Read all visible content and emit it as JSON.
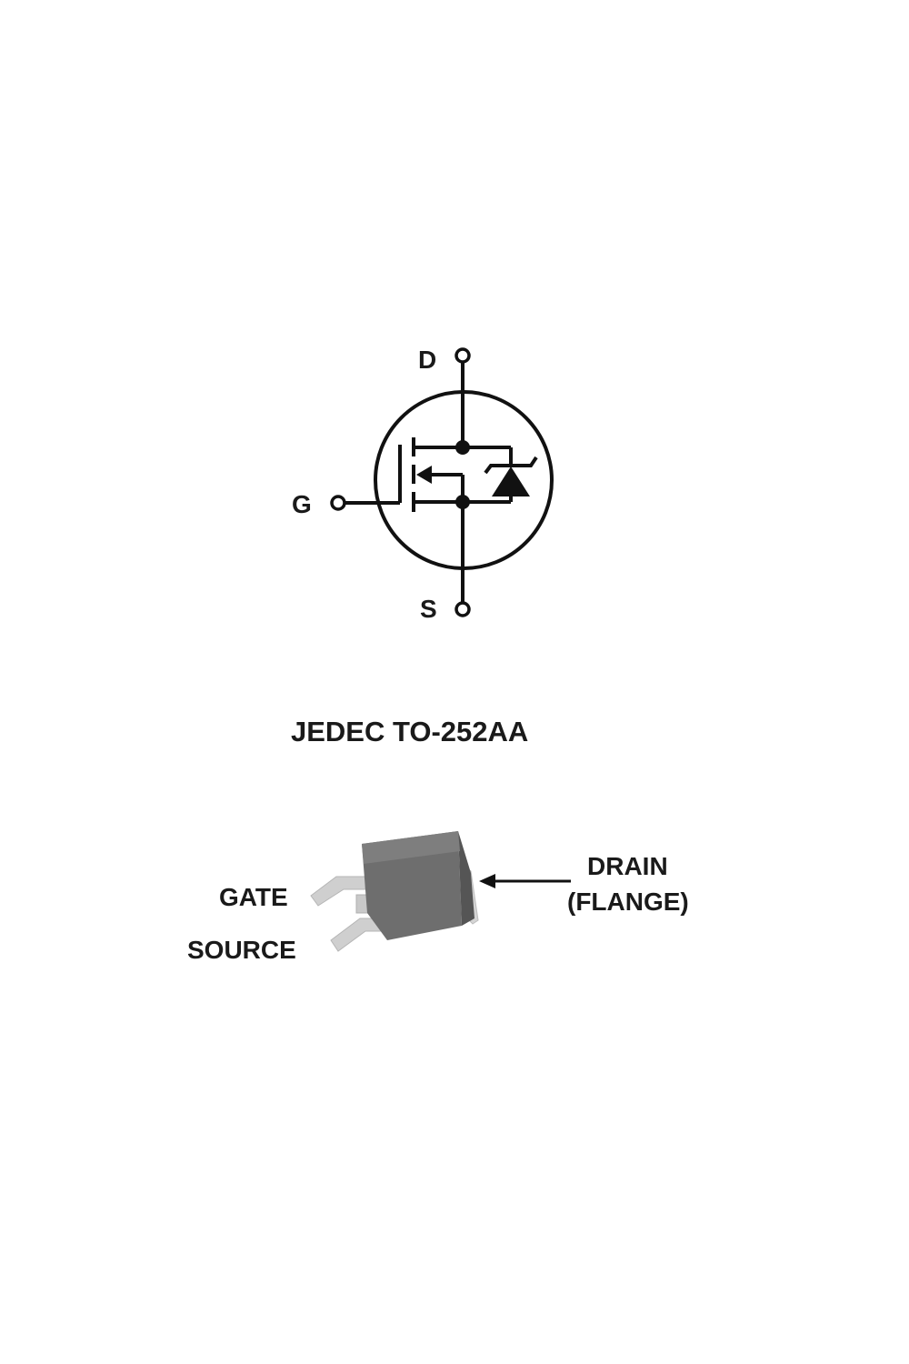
{
  "schematic": {
    "drain_label": "D",
    "gate_label": "G",
    "source_label": "S"
  },
  "package": {
    "title": "JEDEC TO-252AA",
    "gate_label": "GATE",
    "source_label": "SOURCE",
    "drain_label_line1": "DRAIN",
    "drain_label_line2": "(FLANGE)"
  },
  "colors": {
    "ink": "#111111",
    "package_body": "#6e6e6e",
    "package_flange": "#d4d4d4",
    "leads": "#cfcfcf"
  }
}
